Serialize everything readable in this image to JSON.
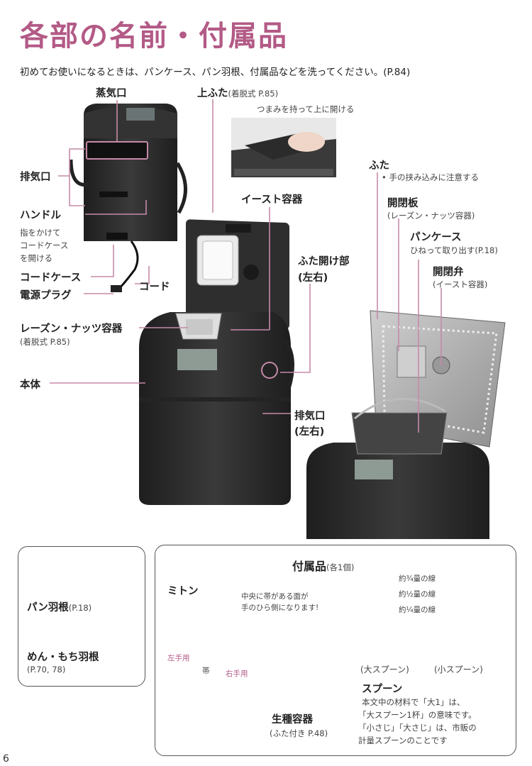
{
  "header": {
    "title": "各部の名前・付属品",
    "intro": "初めてお使いになるときは、パンケース、パン羽根、付属品などを洗ってください。(P.84)"
  },
  "labels": {
    "steam_vent": "蒸気口",
    "upper_lid": "上ふた",
    "upper_lid_ref": "(着脱式 P.85)",
    "upper_lid_tip": "つまみを持って上に開ける",
    "exhaust_vent": "排気口",
    "handle": "ハンドル",
    "cord_case_tip_1": "指をかけて",
    "cord_case_tip_2": "コードケース",
    "cord_case_tip_3": "を開ける",
    "cord_case": "コードケース",
    "cord": "コード",
    "power_plug": "電源プラグ",
    "yeast_container": "イースト容器",
    "lid_open_part": "ふた開け部",
    "lid_open_part_side": "(左右)",
    "raisin_container": "レーズン・ナッツ容器",
    "raisin_container_ref": "(着脱式 P.85)",
    "main_body": "本体",
    "exhaust_vent_2": "排気口",
    "exhaust_vent_2_side": "(左右)",
    "lid": "ふた",
    "lid_note": "• 手の挟み込みに注意する",
    "shutter_plate": "開閉板",
    "shutter_plate_sub": "(レーズン・ナッツ容器)",
    "bread_case": "パンケース",
    "bread_case_sub": "ひねって取り出す(P.18)",
    "shutter_valve": "開閉弁",
    "shutter_valve_sub": "(イースト容器)"
  },
  "parts_box": {
    "bread_blade": "パン羽根",
    "bread_blade_ref": "(P.18)",
    "noodle_blade": "めん・もち羽根",
    "noodle_blade_ref": "(P.70, 78)"
  },
  "accessories": {
    "title": "付属品",
    "title_sub": "(各1個)",
    "mitten": "ミトン",
    "mitten_bubble_1": "中央に帯がある面が",
    "mitten_bubble_2": "手のひら側になります!",
    "left_hand": "左手用",
    "band": "帯",
    "right_hand": "右手用",
    "line_three_quarter": "約¾量の線",
    "line_half": "約½量の線",
    "line_quarter": "約¼量の線",
    "large_spoon": "(大スプーン)",
    "small_spoon": "(小スプーン)",
    "spoon": "スプーン",
    "spoon_desc_1": "本文中の材料で「大1」は、",
    "spoon_desc_2": "「大スプーン1杯」の意味です。",
    "spoon_desc_3": "「小さじ」「大さじ」は、市販の",
    "spoon_desc_4": "計量スプーンのことです",
    "yeast_starter": "生種容器",
    "yeast_starter_ref": "(ふた付き P.48)"
  },
  "footer": {
    "page": "6"
  },
  "colors": {
    "accent": "#b35a86",
    "line": "#c58aa8",
    "appliance": "#2b2b2b"
  }
}
